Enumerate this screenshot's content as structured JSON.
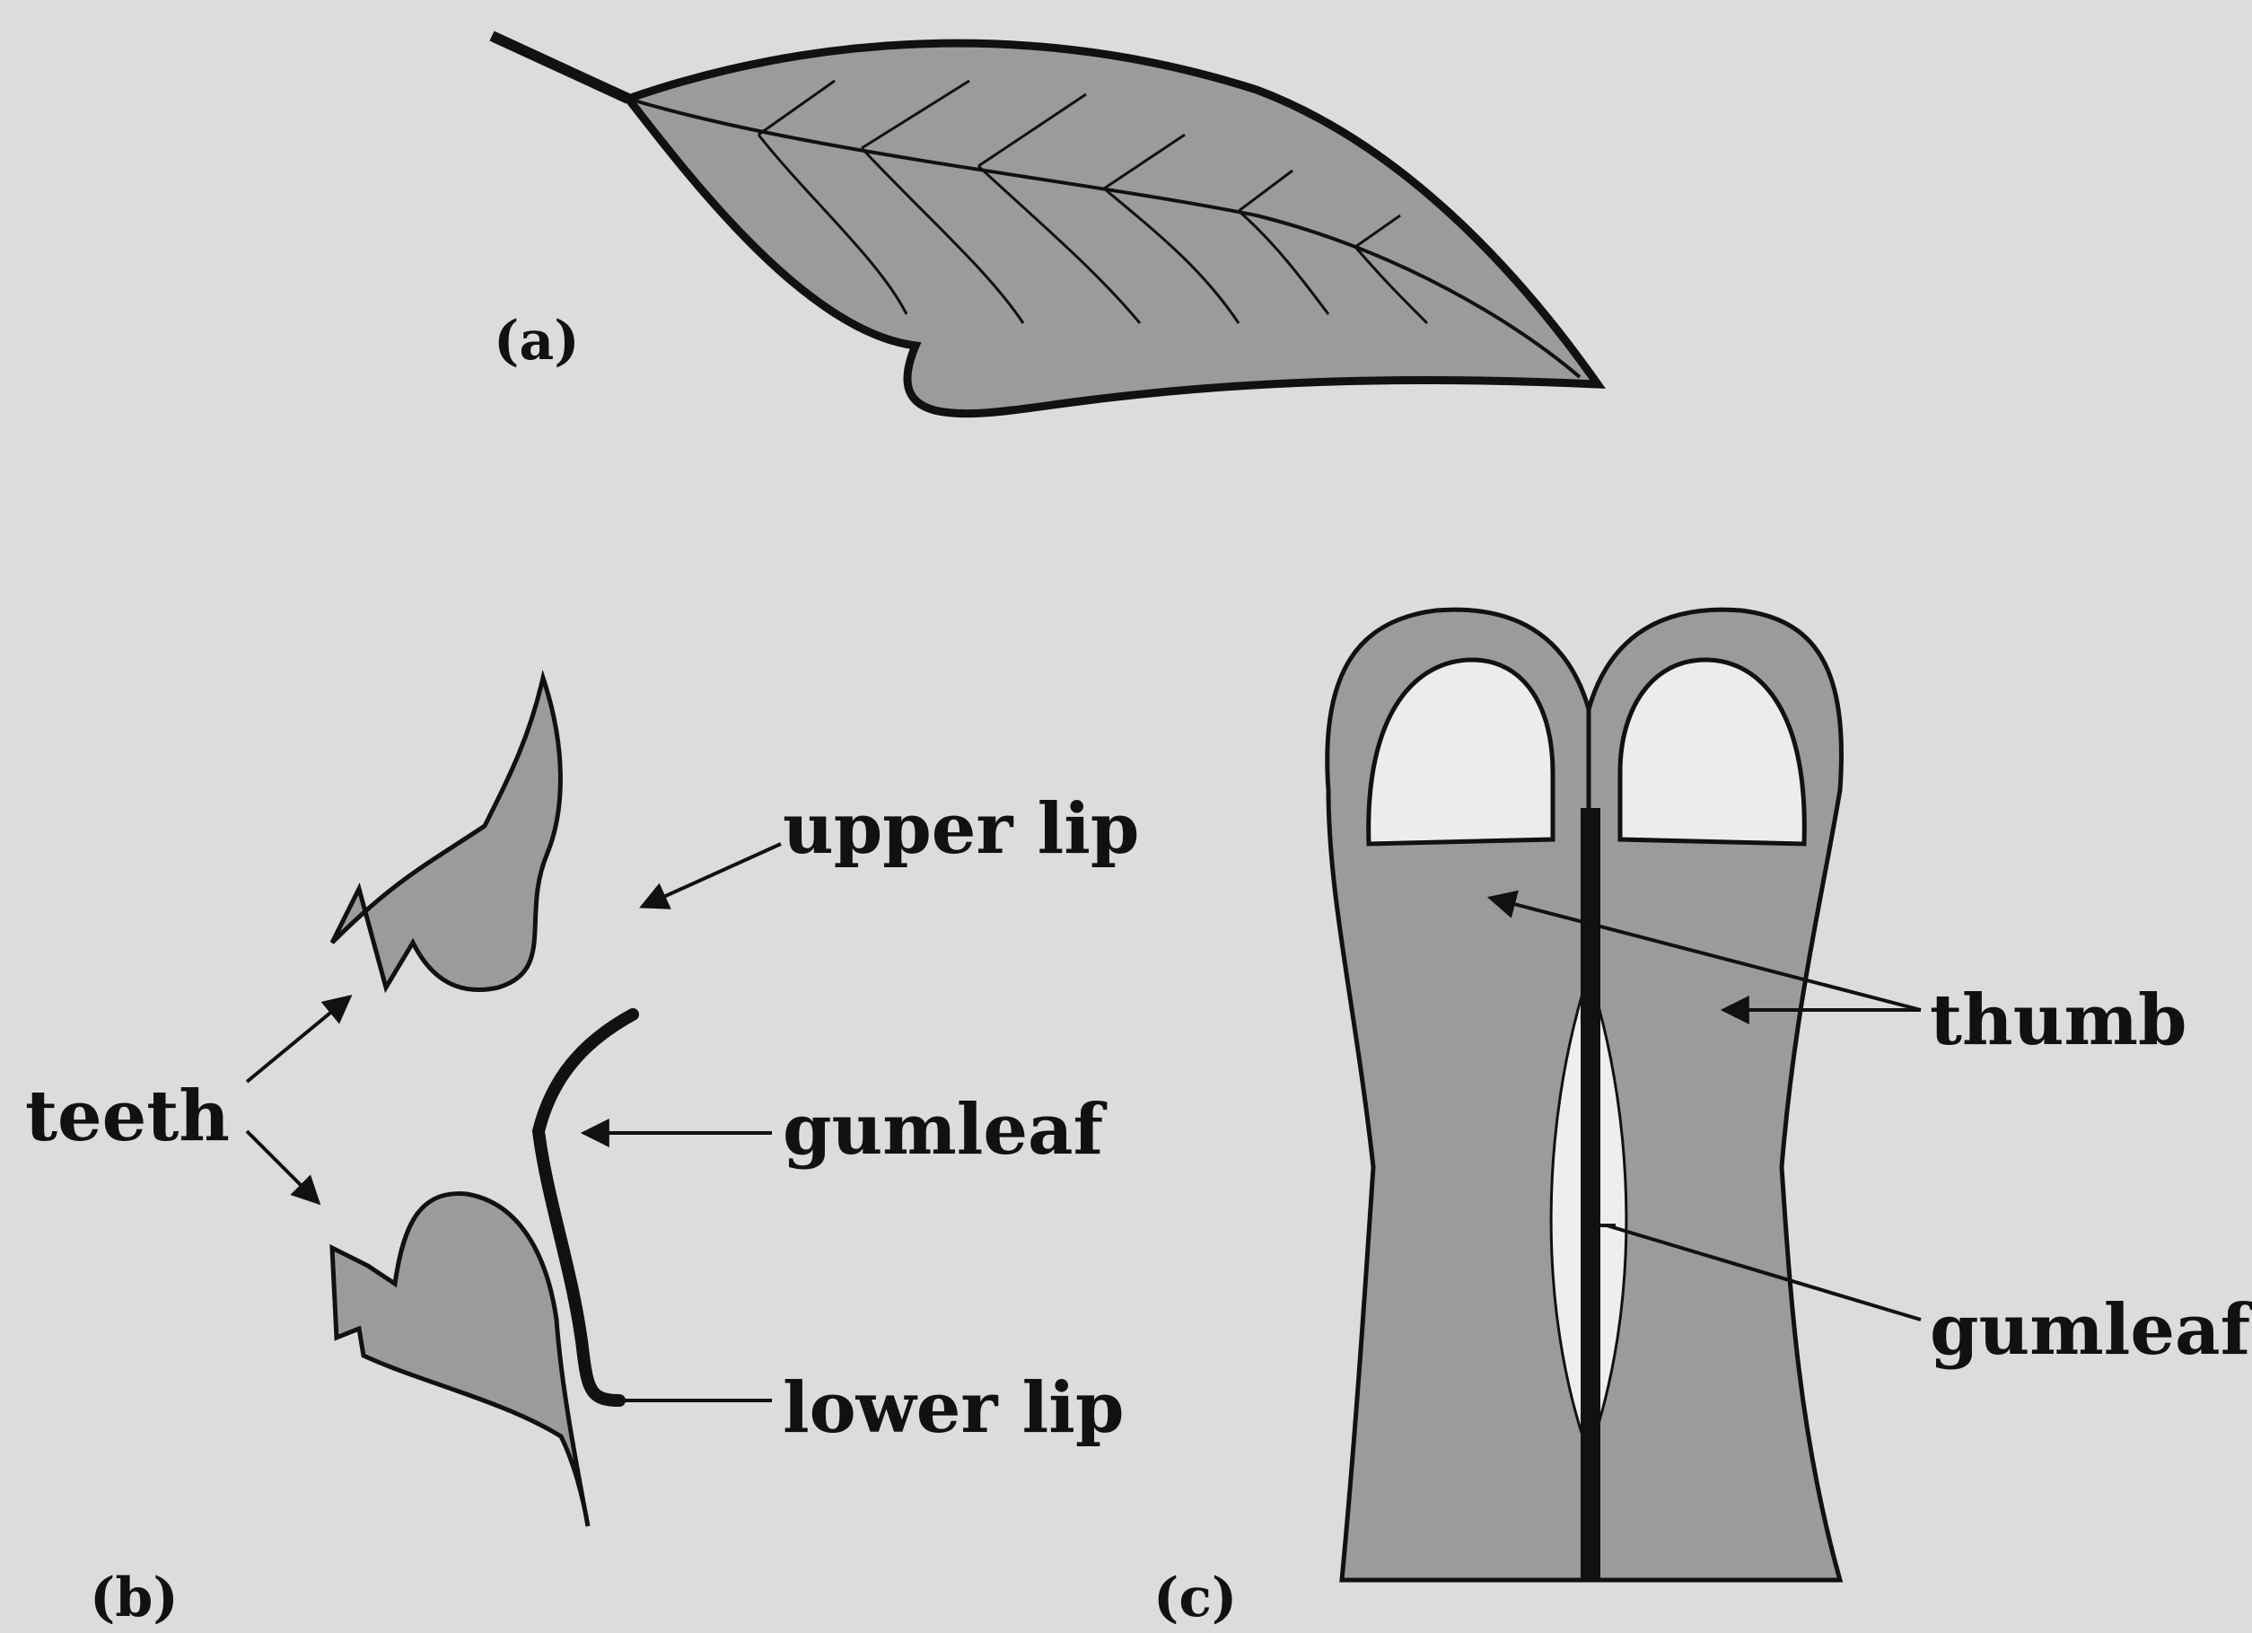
{
  "panels": {
    "a": "(a)",
    "b": "(b)",
    "c": "(c)"
  },
  "labels": {
    "upper_lip": "upper lip",
    "teeth": "teeth",
    "gumleaf_b": "gumleaf",
    "lower_lip": "lower lip",
    "thumb": "thumb",
    "gumleaf_c": "gumleaf"
  },
  "colors": {
    "background": "#dcdcda",
    "shade": "#9b9b9b",
    "ink": "#111111"
  }
}
